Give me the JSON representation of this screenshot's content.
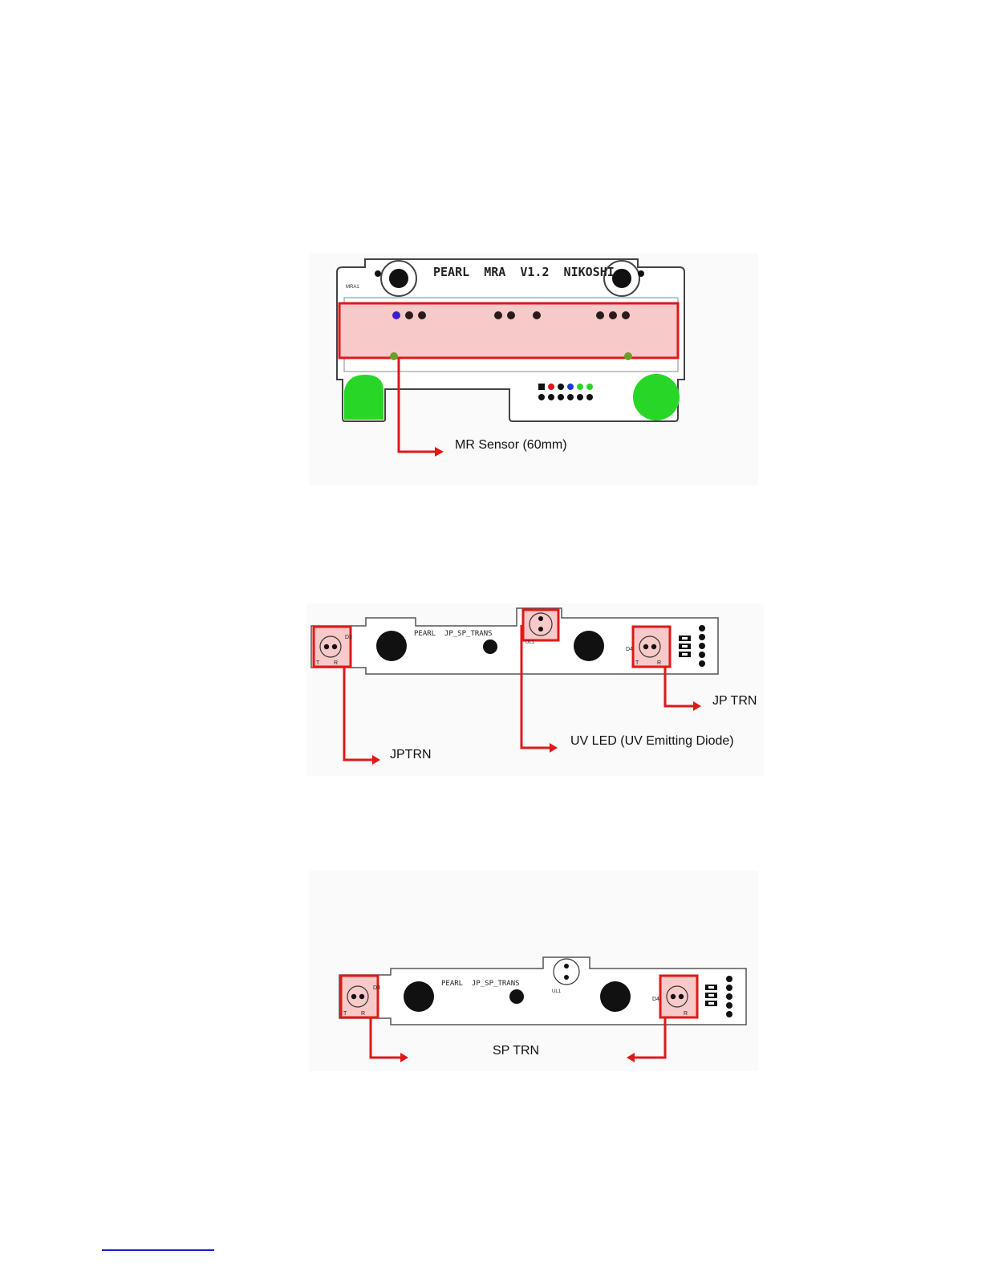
{
  "figure1": {
    "board_title": "PEARL  MRA  V1.2  NIKOSHI",
    "designator": "MRA1",
    "callout": "MR Sensor (60mm)"
  },
  "figure2": {
    "board_title": "PEARL  JP_SP_TRANS",
    "left_designator": "D3",
    "right_designator": "D4",
    "uv_designator": "UL1",
    "pin_t": "T",
    "pin_r": "R",
    "callout_left": "JPTRN",
    "callout_center": "UV LED (UV Emitting Diode)",
    "callout_right": "JP TRN"
  },
  "figure3": {
    "board_title": "PEARL  JP_SP_TRANS",
    "left_designator": "D3",
    "right_designator": "D4",
    "uv_designator": "UL1",
    "pin_t": "T",
    "pin_r": "R",
    "callout": "SP TRN"
  },
  "colors": {
    "highlight_red": "#e01818",
    "highlight_fill": "#f7c9c9",
    "pad_green": "#27d627",
    "board_stroke": "#444444"
  }
}
